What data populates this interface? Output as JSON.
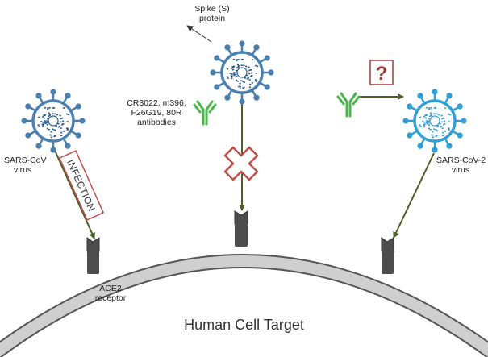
{
  "labels": {
    "spike_line1": "Spike (S)",
    "spike_line2": "protein",
    "antibodies_line1": "CR3022, m396,",
    "antibodies_line2": "F26G19, 80R",
    "antibodies_line3": "antibodies",
    "sarscov_line1": "SARS-CoV",
    "sarscov_line2": "virus",
    "sarscov2_line1": "SARS-CoV-2",
    "sarscov2_line2": "virus",
    "ace2_line1": "ACE2",
    "ace2_line2": "receptor",
    "infection": "INFECTION",
    "unknown": "?",
    "cell_title": "Human Cell Target"
  },
  "colors": {
    "virus_sarscov": "#4a7fb0",
    "virus_center": "#2d5a8c",
    "virus_sarscov2": "#2f9fd6",
    "antibody": "#49b64a",
    "arrow": "#4e5f2a",
    "infection_box": "#c0504d",
    "block_cross": "#c0504d",
    "question_box": "#a23b3b",
    "receptor": "#4d4d4d",
    "membrane": "#cccccc"
  }
}
